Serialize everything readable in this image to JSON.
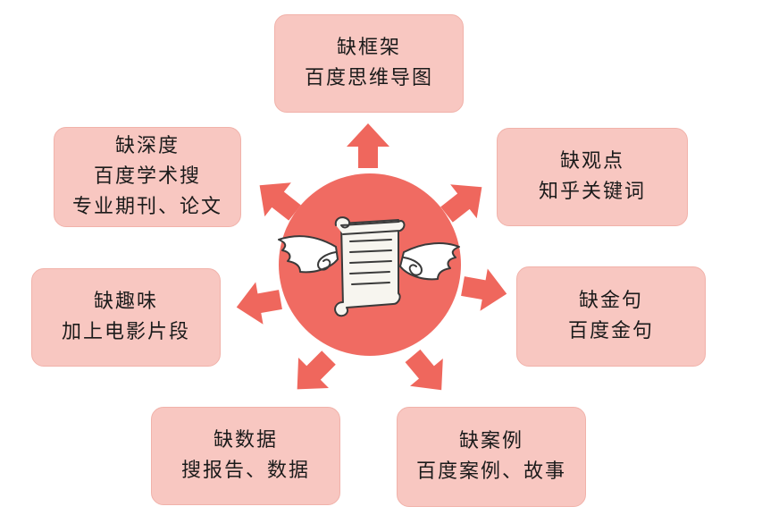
{
  "colors": {
    "card_fill": "#f8c7c1",
    "card_border": "#f1b2aa",
    "center_fill": "#f06b62",
    "arrow": "#ef675d",
    "text": "#1b1b1b"
  },
  "center": {
    "icon": "winged-scroll-icon"
  },
  "cards": {
    "top": {
      "title": "缺框架",
      "lines": [
        "百度思维导图"
      ]
    },
    "upper_left": {
      "title": "缺深度",
      "lines": [
        "百度学术搜",
        "专业期刊、论文"
      ]
    },
    "upper_right": {
      "title": "缺观点",
      "lines": [
        "知乎关键词"
      ]
    },
    "middle_left": {
      "title": "缺趣味",
      "lines": [
        "加上电影片段"
      ]
    },
    "middle_right": {
      "title": "缺金句",
      "lines": [
        "百度金句"
      ]
    },
    "bottom_left": {
      "title": "缺数据",
      "lines": [
        "搜报告、数据"
      ]
    },
    "bottom_right": {
      "title": "缺案例",
      "lines": [
        "百度案例、故事"
      ]
    }
  }
}
